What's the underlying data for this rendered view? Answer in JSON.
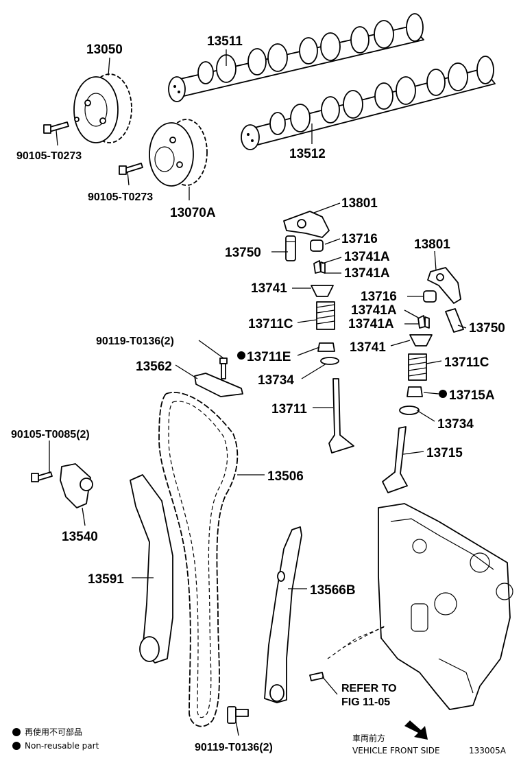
{
  "labels": {
    "l13050": "13050",
    "l13511": "13511",
    "l90105a": "90105-T0273",
    "l13512": "13512",
    "l90105b": "90105-T0273",
    "l13070A": "13070A",
    "l13801a": "13801",
    "l13716a": "13716",
    "l13750a": "13750",
    "l13741Aa": "13741A",
    "l13741Ab": "13741A",
    "l13801b": "13801",
    "l13741a": "13741",
    "l13716b": "13716",
    "l13741Ac": "13741A",
    "l13741Ad": "13741A",
    "l13750b": "13750",
    "l13711Ca": "13711C",
    "l90119a": "90119-T0136(2)",
    "l13741b": "13741",
    "l13711E": "13711E",
    "l13711Cb": "13711C",
    "l13562": "13562",
    "l13734a": "13734",
    "l13715A": "13715A",
    "l13711": "13711",
    "l13734b": "13734",
    "l90105c": "90105-T0085(2)",
    "l13715": "13715",
    "l13506": "13506",
    "l13540": "13540",
    "l13591": "13591",
    "l13566B": "13566B",
    "refer1": "REFER TO",
    "refer2": "FIG 11-05",
    "l90119b": "90119-T0136(2)"
  },
  "legend": {
    "nonreusable_jp": "再使用不可部品",
    "nonreusable_en": "Non-reusable part"
  },
  "footer": {
    "front_jp": "車両前方",
    "front_en": "VEHICLE FRONT SIDE",
    "fig_code": "133005A"
  }
}
